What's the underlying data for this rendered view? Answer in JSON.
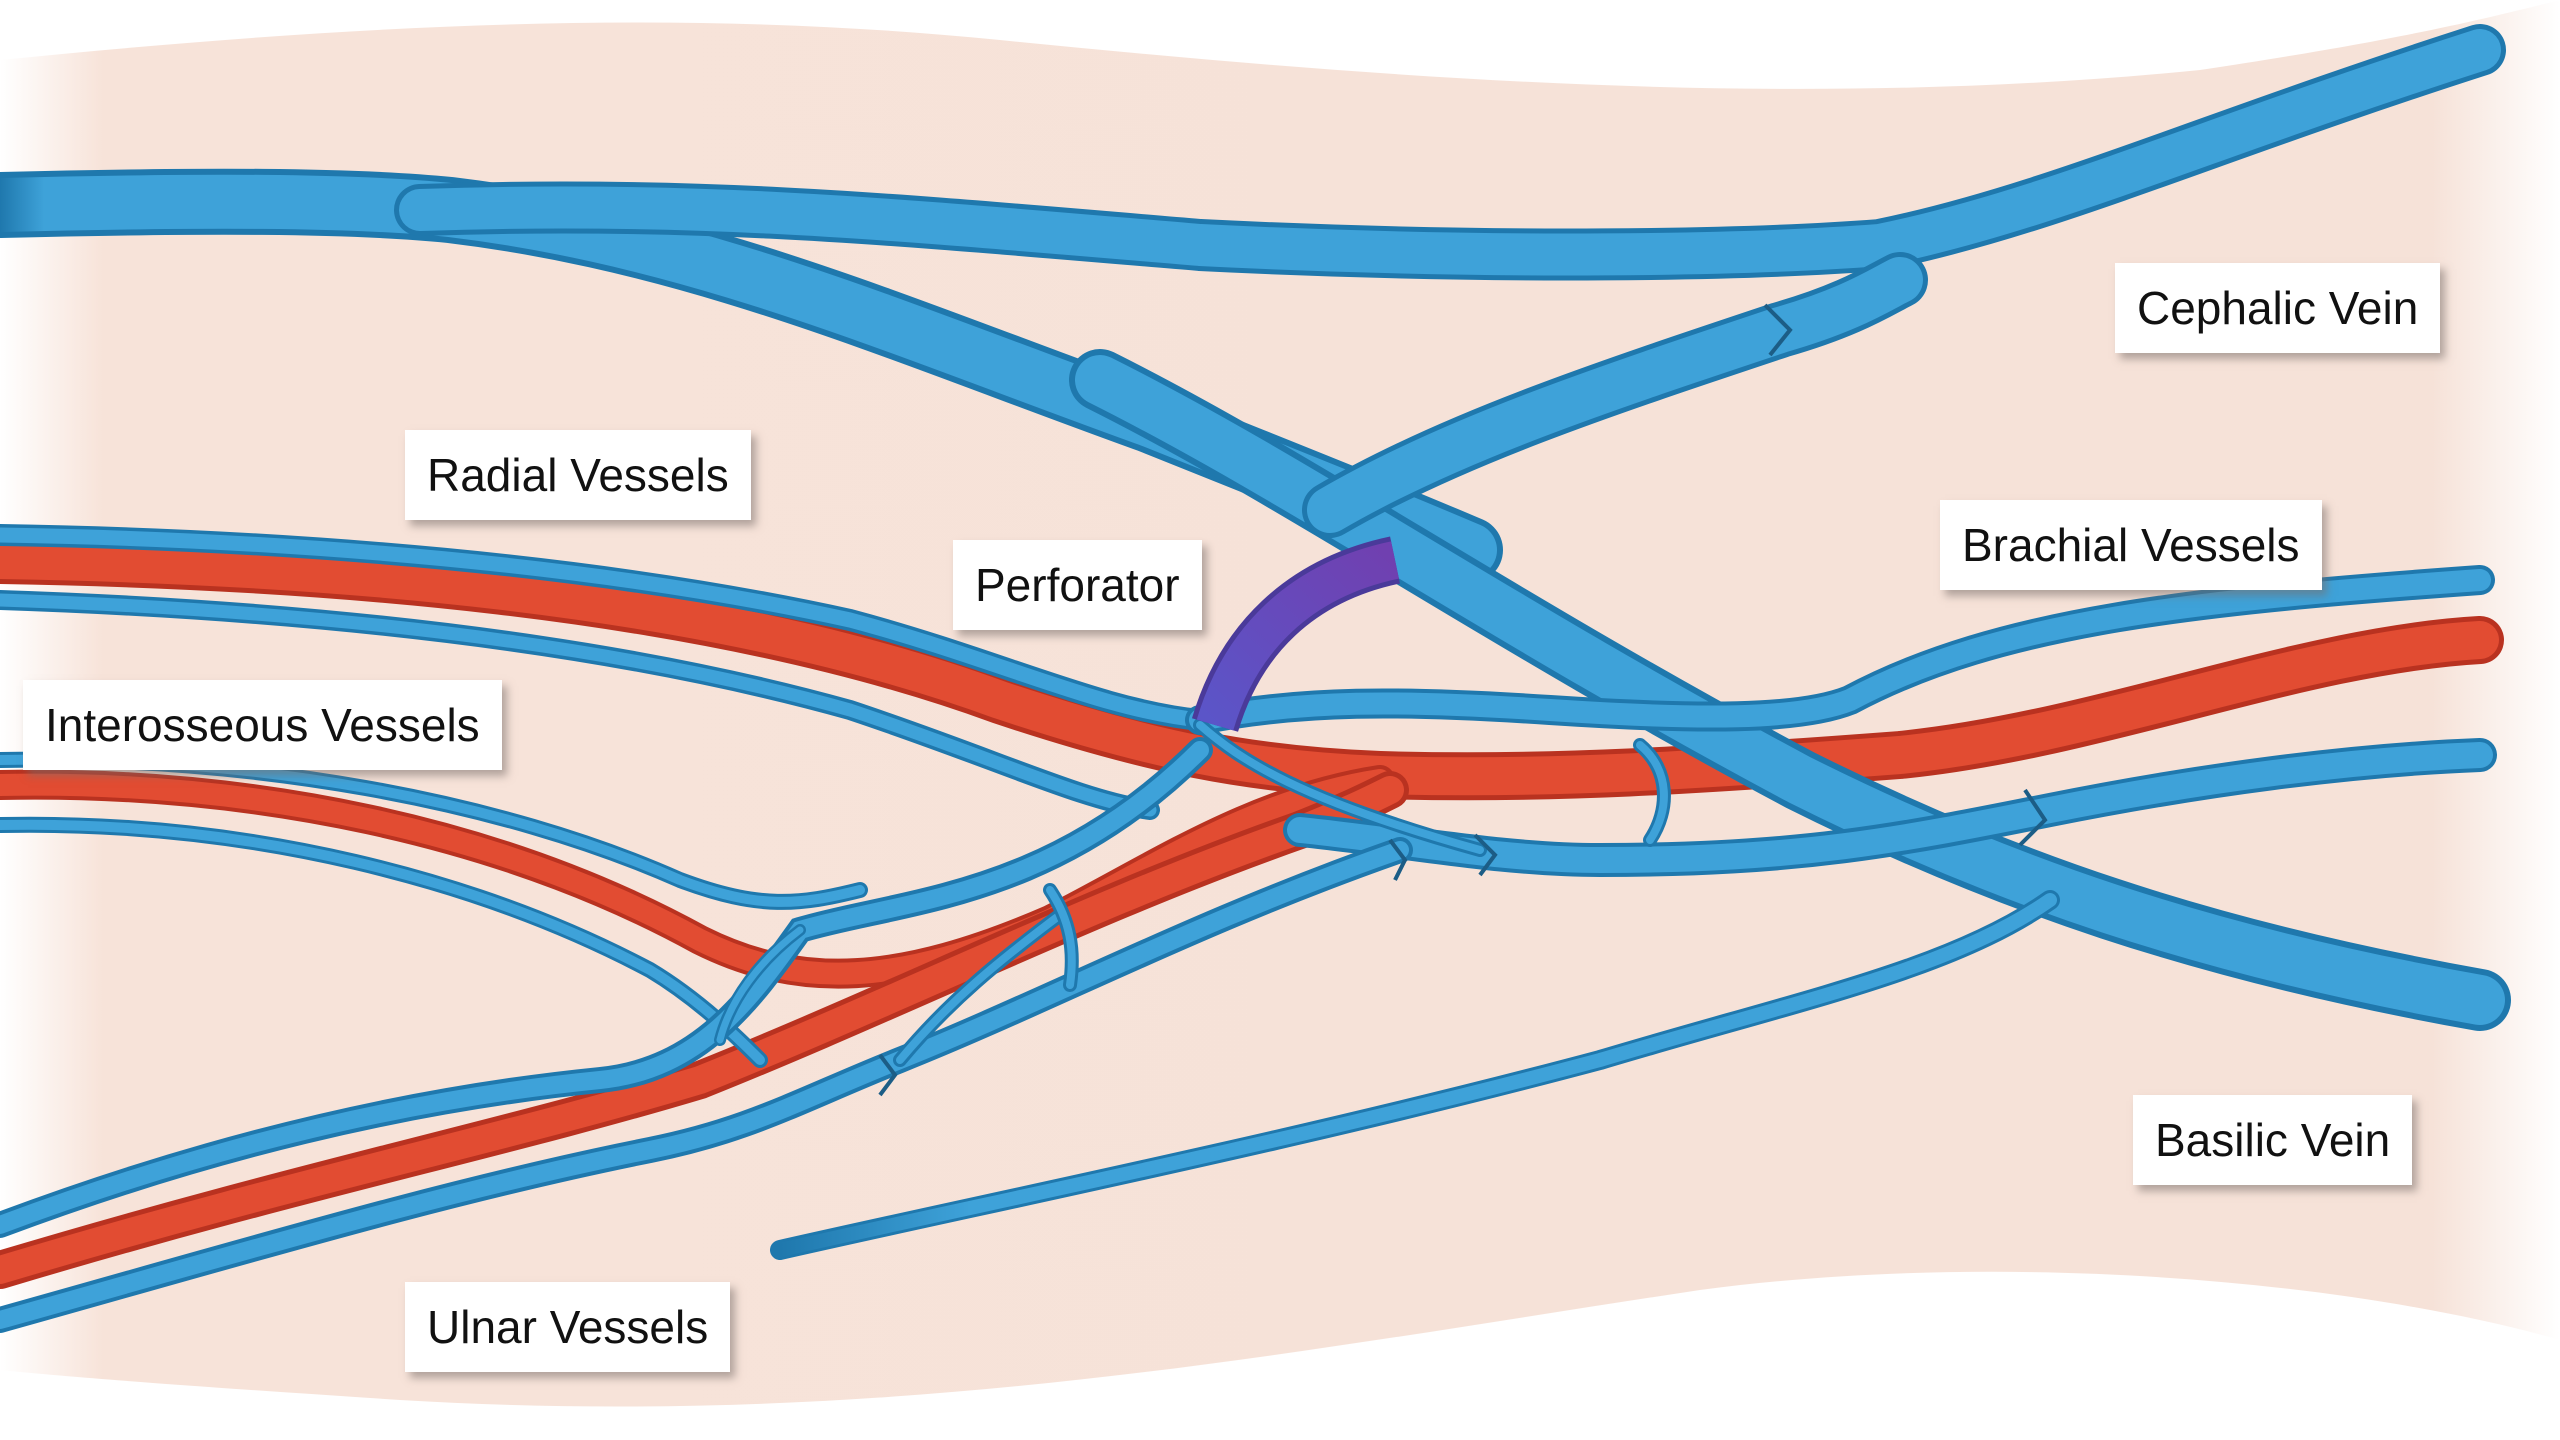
{
  "labels": {
    "cephalic": "Cephalic Vein",
    "radial": "Radial Vessels",
    "perforator": "Perforator",
    "brachial": "Brachial Vessels",
    "interosseous": "Interosseous Vessels",
    "basilic": "Basilic Vein",
    "ulnar": "Ulnar Vessels"
  },
  "colors": {
    "skin": "#f5dfd4",
    "vein": "#3ea2d9",
    "vein_edge": "#1f78ad",
    "artery": "#e24c32",
    "artery_edge": "#b93220",
    "perforator": "#6a4fb3"
  }
}
